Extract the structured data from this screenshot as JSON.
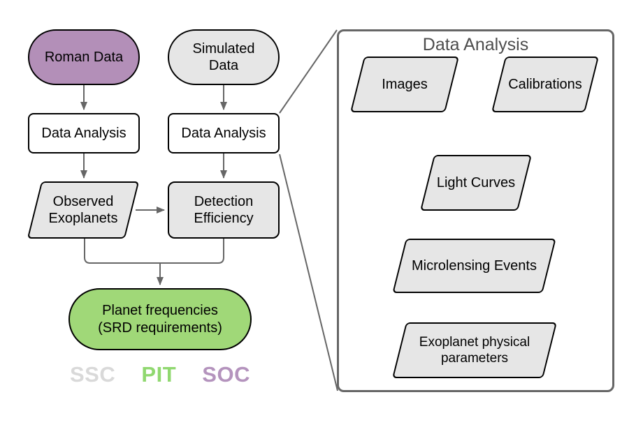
{
  "diagram": {
    "left_flow": {
      "roman_data": "Roman Data",
      "simulated_data": "Simulated\nData",
      "data_analysis_roman": "Data Analysis",
      "data_analysis_simulated": "Data Analysis",
      "observed_exoplanets": "Observed\nExoplanets",
      "detection_efficiency": "Detection\nEfficiency",
      "planet_frequencies": "Planet frequencies\n(SRD requirements)"
    },
    "detail_panel": {
      "title": "Data Analysis",
      "images": "Images",
      "calibrations": "Calibrations",
      "light_curves": "Light Curves",
      "microlensing_events": "Microlensing Events",
      "exoplanet_parameters": "Exoplanet physical\nparameters"
    },
    "legend": {
      "items": [
        {
          "label": "SSC",
          "color": "#d9d9d9"
        },
        {
          "label": "PIT",
          "color": "#90d870"
        },
        {
          "label": "SOC",
          "color": "#b493bd"
        }
      ]
    },
    "colors": {
      "roman_fill": "#b38fb8",
      "gray_fill": "#e6e6e6",
      "process_fill": "#ffffff",
      "green_fill": "#a0d878",
      "node_stroke": "#000000",
      "connector": "#666666",
      "panel_border": "#666666",
      "panel_title": "#4d4d4d"
    }
  }
}
